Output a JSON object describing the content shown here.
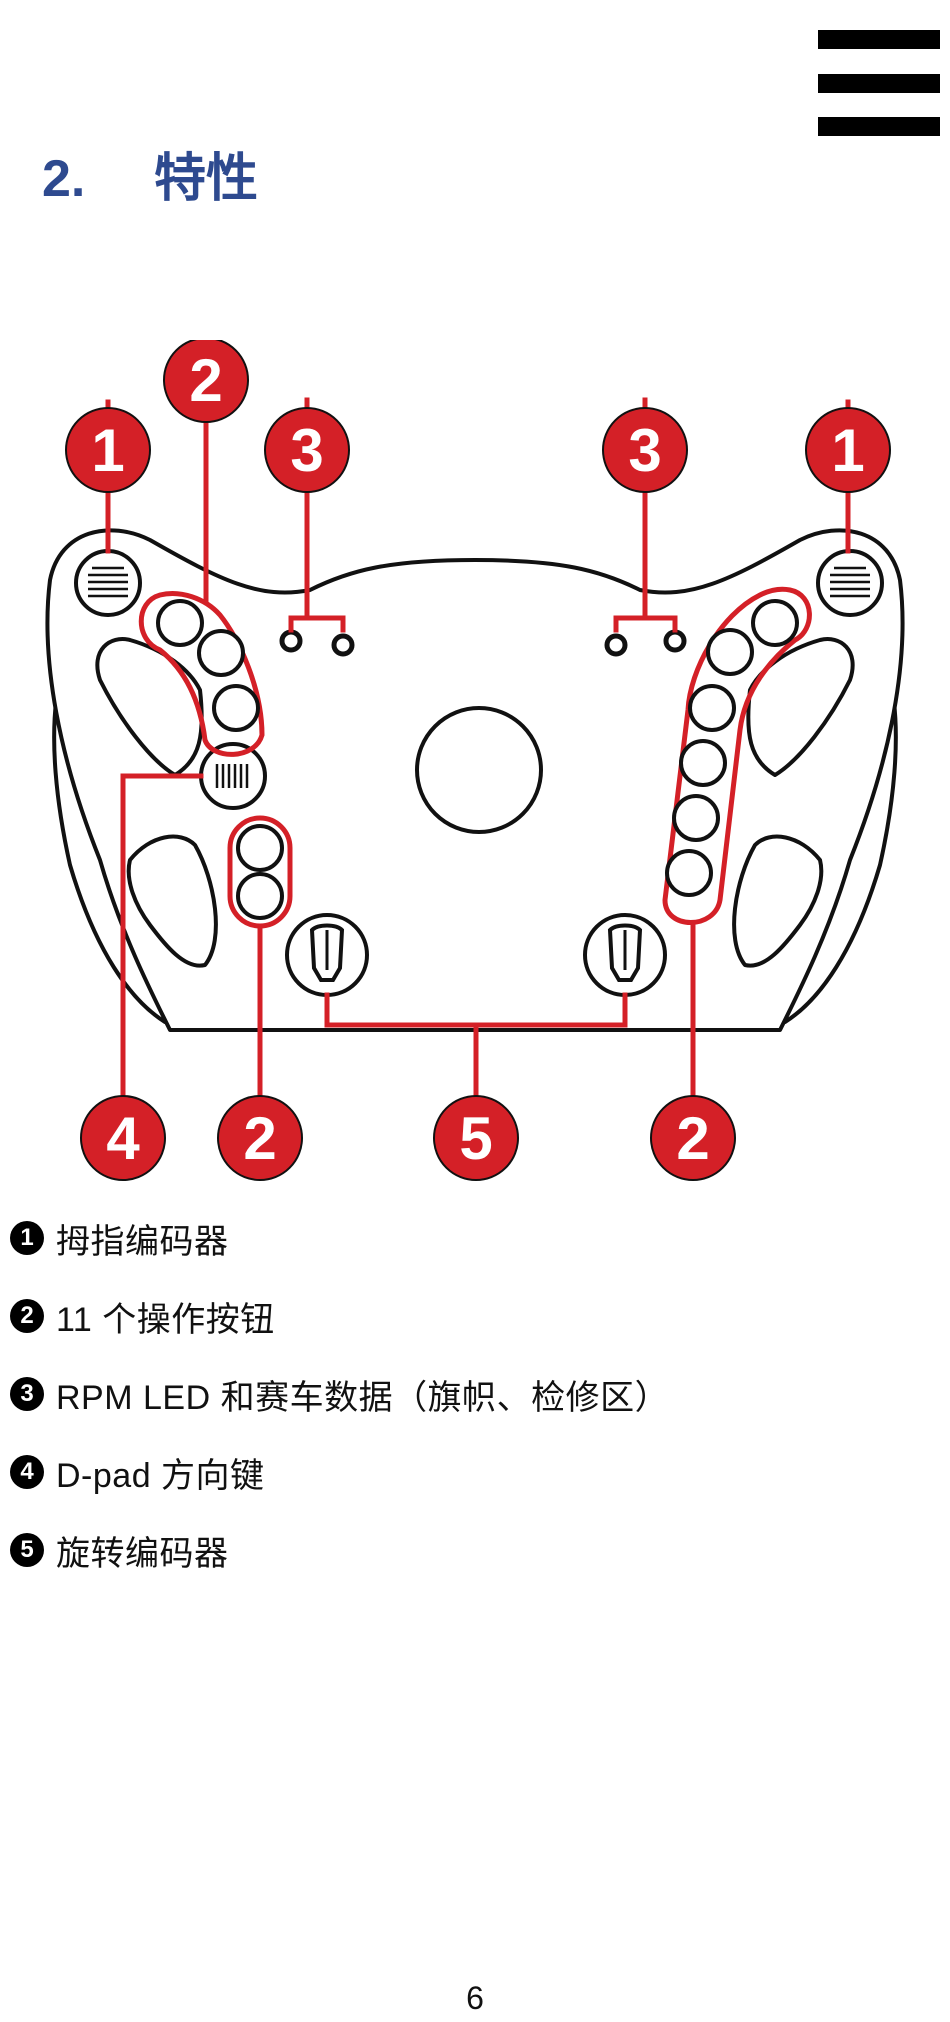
{
  "section": {
    "number": "2.",
    "title": "特性"
  },
  "diagram_labels": {
    "thumb_encoder": "1",
    "buttons": "2",
    "rpm_led": "3",
    "dpad": "4",
    "rotary_encoder": "5"
  },
  "legend": [
    {
      "num": "1",
      "text": "拇指编码器"
    },
    {
      "num": "2",
      "text": "11 个操作按钮"
    },
    {
      "num": "3",
      "text": "RPM LED 和赛车数据（旗帜、检修区）"
    },
    {
      "num": "4",
      "text": "D-pad 方向键"
    },
    {
      "num": "5",
      "text": "旋转编码器"
    }
  ],
  "page_number": "6",
  "colors": {
    "accent_red": "#d42027",
    "title_blue": "#2e4a8f",
    "outline": "#111111"
  }
}
